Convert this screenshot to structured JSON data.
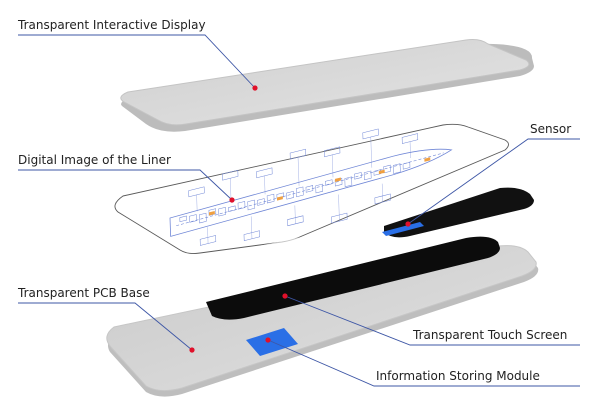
{
  "labels": {
    "display": "Transparent Interactive Display",
    "liner": "Digital Image of the Liner",
    "sensor": "Sensor",
    "pcb": "Transparent PCB Base",
    "touch": "Transparent Touch Screen",
    "module": "Information Storing Module"
  },
  "colors": {
    "leader": "#3e57a6",
    "dot": "#e0102a",
    "panel": "#dcdcdc",
    "screen": "#111111",
    "module": "#2a6fe6",
    "blueprint": "#6f86d6"
  }
}
